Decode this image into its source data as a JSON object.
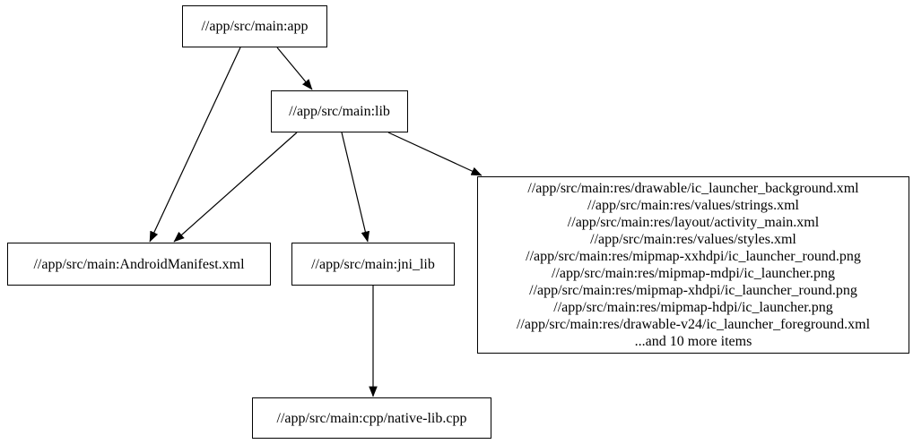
{
  "graph": {
    "type": "directed-dependency-graph",
    "background_color": "#ffffff",
    "node_border_color": "#000000",
    "node_fill_color": "#ffffff",
    "edge_color": "#000000",
    "text_color": "#000000",
    "nodes": {
      "app": {
        "label": "//app/src/main:app"
      },
      "lib": {
        "label": "//app/src/main:lib"
      },
      "android_manifest": {
        "label": "//app/src/main:AndroidManifest.xml"
      },
      "jni_lib": {
        "label": "//app/src/main:jni_lib"
      },
      "res_group": {
        "lines": [
          "//app/src/main:res/drawable/ic_launcher_background.xml",
          "//app/src/main:res/values/strings.xml",
          "//app/src/main:res/layout/activity_main.xml",
          "//app/src/main:res/values/styles.xml",
          "//app/src/main:res/mipmap-xxhdpi/ic_launcher_round.png",
          "//app/src/main:res/mipmap-mdpi/ic_launcher.png",
          "//app/src/main:res/mipmap-xhdpi/ic_launcher_round.png",
          "//app/src/main:res/mipmap-hdpi/ic_launcher.png",
          "//app/src/main:res/drawable-v24/ic_launcher_foreground.xml",
          "...and 10 more items"
        ]
      },
      "native_lib": {
        "label": "//app/src/main:cpp/native-lib.cpp"
      }
    },
    "edges": [
      {
        "from": "app",
        "to": "lib"
      },
      {
        "from": "app",
        "to": "android_manifest"
      },
      {
        "from": "lib",
        "to": "android_manifest"
      },
      {
        "from": "lib",
        "to": "jni_lib"
      },
      {
        "from": "lib",
        "to": "res_group"
      },
      {
        "from": "jni_lib",
        "to": "native_lib"
      }
    ]
  }
}
